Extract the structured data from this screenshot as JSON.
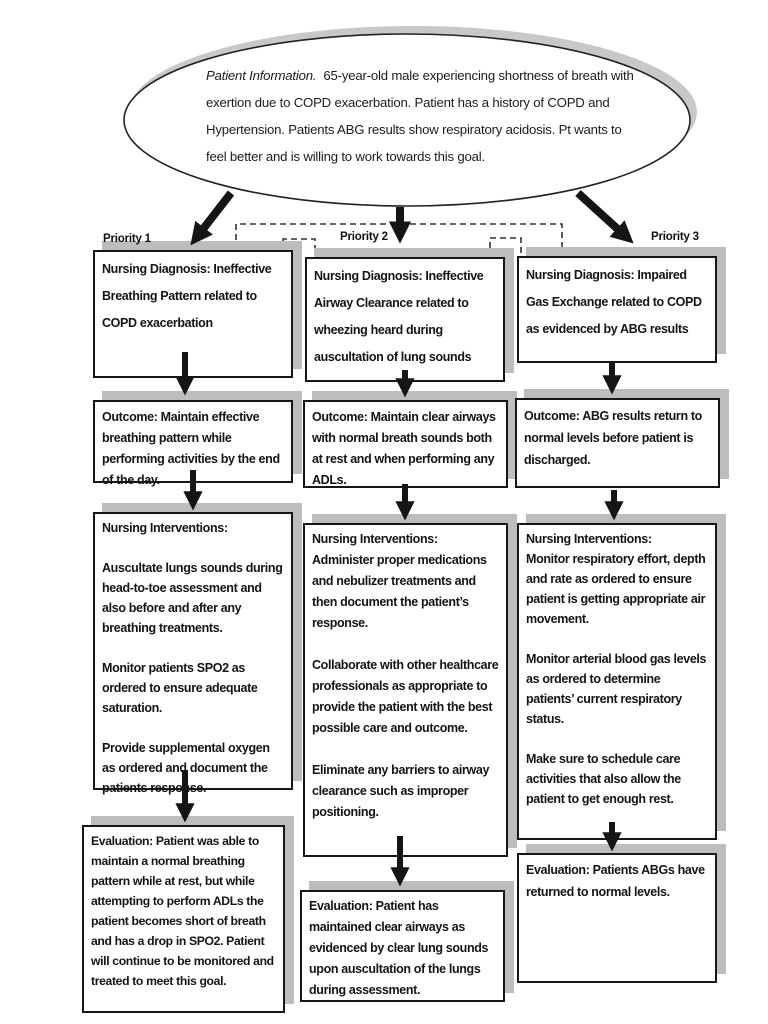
{
  "ellipse": {
    "label": "Patient Information.",
    "text": "65-year-old male experiencing shortness of breath with exertion due to COPD exacerbation. Patient has a history of COPD and Hypertension.  Patients ABG results show respiratory acidosis. Pt wants to feel better and is willing to work towards this goal."
  },
  "columns": [
    {
      "priority_label": "Priority 1",
      "diagnosis": "Nursing Diagnosis: Ineffective Breathing Pattern related to COPD exacerbation",
      "outcome": "Outcome:  Maintain effective breathing pattern while performing activities by the end of the day.",
      "interventions": {
        "title": "Nursing Interventions:",
        "paragraphs": [
          "Auscultate lungs sounds during head-to-toe assessment and also before and after any breathing treatments.",
          "Monitor patients SPO2 as ordered to ensure adequate saturation.",
          "Provide supplemental oxygen as ordered and document the patients response."
        ]
      },
      "evaluation": "Evaluation: Patient was able to maintain a normal breathing pattern while at rest, but while attempting to perform ADLs the patient becomes short of breath and has a drop in SPO2. Patient will continue to be monitored and treated to meet this goal."
    },
    {
      "priority_label": "Priority 2",
      "diagnosis": "Nursing Diagnosis: Ineffective Airway Clearance related to wheezing heard during auscultation of lung sounds",
      "outcome": "Outcome: Maintain clear airways with normal breath sounds both at rest and when performing any ADLs.",
      "interventions": {
        "title": "Nursing Interventions:",
        "paragraphs": [
          "Administer proper medications and nebulizer treatments and then document the patient’s response.",
          "Collaborate with other healthcare professionals as appropriate to provide the patient with the best possible care and outcome.",
          "Eliminate any barriers to airway clearance such as improper positioning."
        ]
      },
      "evaluation": "Evaluation: Patient has maintained clear airways as evidenced by clear lung sounds upon auscultation of the lungs during assessment."
    },
    {
      "priority_label": "Priority 3",
      "diagnosis": "Nursing Diagnosis: Impaired Gas Exchange related to COPD as evidenced by ABG results",
      "outcome": "Outcome: ABG results return to normal levels before patient is discharged.",
      "interventions": {
        "title": "Nursing Interventions:",
        "paragraphs": [
          "Monitor respiratory effort, depth and rate as ordered to ensure patient is getting appropriate air movement.",
          "Monitor arterial blood gas levels as ordered to determine patients’ current respiratory status.",
          "Make sure to schedule care activities that also allow the patient to get enough rest."
        ]
      },
      "evaluation": "Evaluation: Patients ABGs have returned to normal levels."
    }
  ],
  "colors": {
    "box_border": "#161616",
    "box_shadow": "#bdbdbd",
    "arrow": "#151515",
    "ellipse_shadow": "#c8c8c8"
  }
}
